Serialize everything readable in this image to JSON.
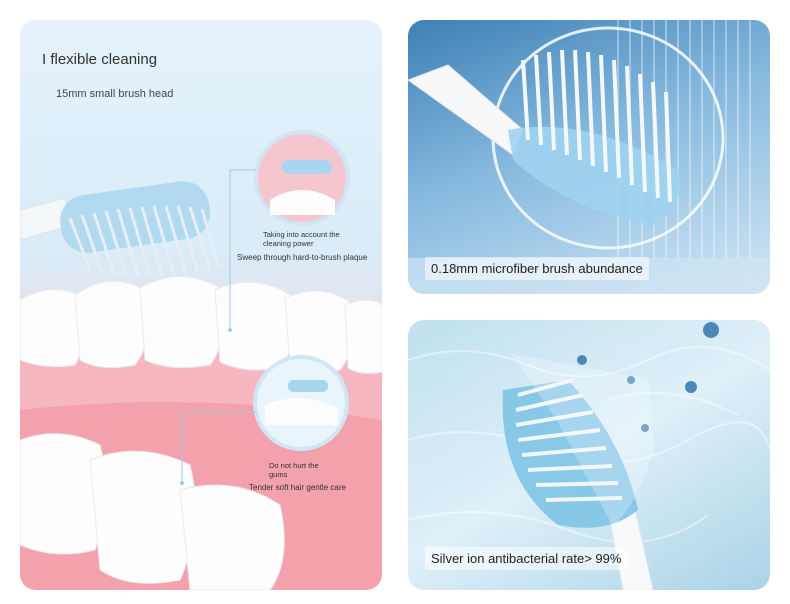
{
  "left_panel": {
    "title": "I flexible cleaning",
    "subtitle": "15mm small brush head",
    "callout1_line1": "Taking into account the",
    "callout1_line2": "cleaning power",
    "callout1_desc": "Sweep through hard-to-brush plaque",
    "callout2_line1": "Do not hurt the",
    "callout2_line2": "gums",
    "callout2_desc": "Tender soft hair gentle care"
  },
  "top_right_panel": {
    "caption": "0.18mm microfiber brush abundance"
  },
  "bottom_right_panel": {
    "caption": "Silver ion antibacterial rate> 99%"
  },
  "colors": {
    "brush_blue": "#8cc9ea",
    "gum_pink": "#f29aa6",
    "tooth_white": "#fbfbfb"
  }
}
